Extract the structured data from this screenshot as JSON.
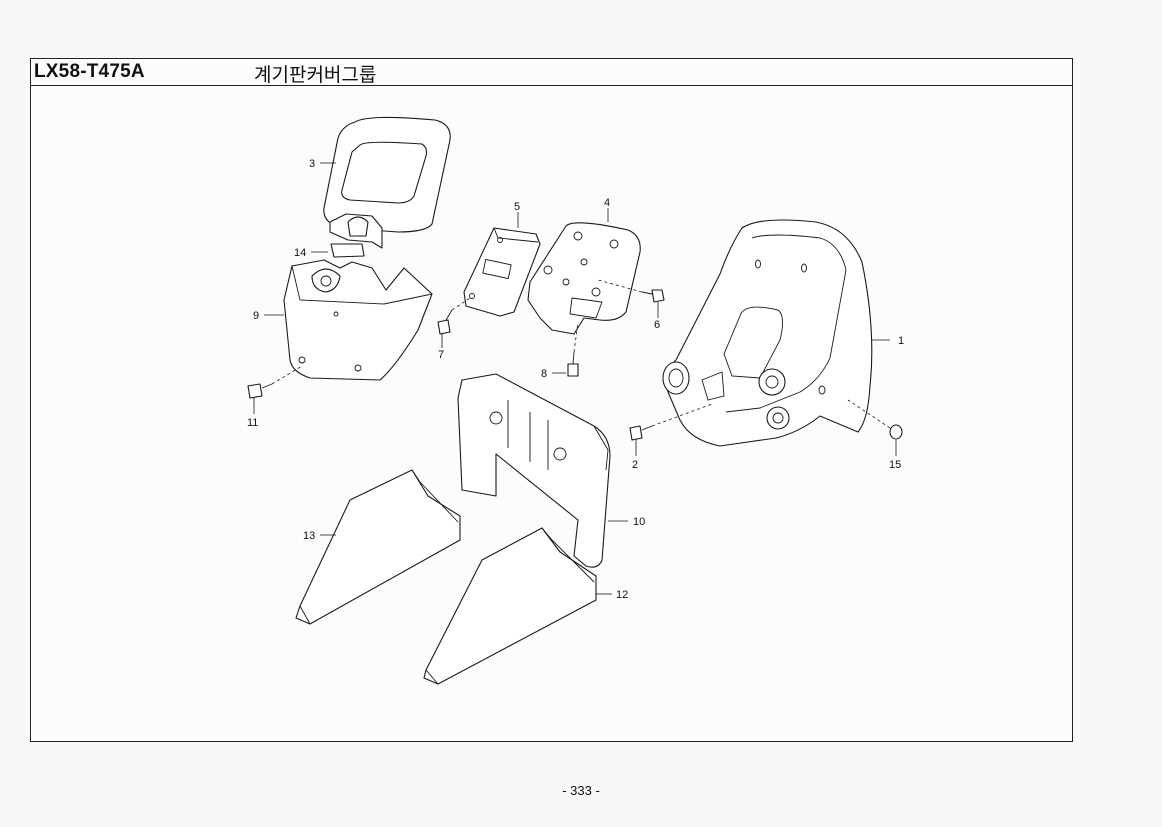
{
  "header": {
    "model_code": "LX58-T475A",
    "group_title": "계기판커버그룹"
  },
  "callouts": {
    "c1": "1",
    "c2": "2",
    "c3": "3",
    "c4": "4",
    "c5": "5",
    "c6": "6",
    "c7": "7",
    "c8": "8",
    "c9": "9",
    "c10": "10",
    "c11": "11",
    "c12": "12",
    "c13": "13",
    "c14": "14",
    "c15": "15"
  },
  "footer": {
    "page_number": "- 333 -"
  }
}
